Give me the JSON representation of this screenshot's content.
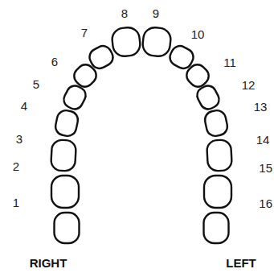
{
  "diagram": {
    "labels": [
      "8",
      "9",
      "7",
      "10",
      "6",
      "11",
      "5",
      "12",
      "4",
      "13",
      "3",
      "14",
      "2",
      "15",
      "1",
      "16",
      "RIGHT",
      "LEFT"
    ]
  }
}
